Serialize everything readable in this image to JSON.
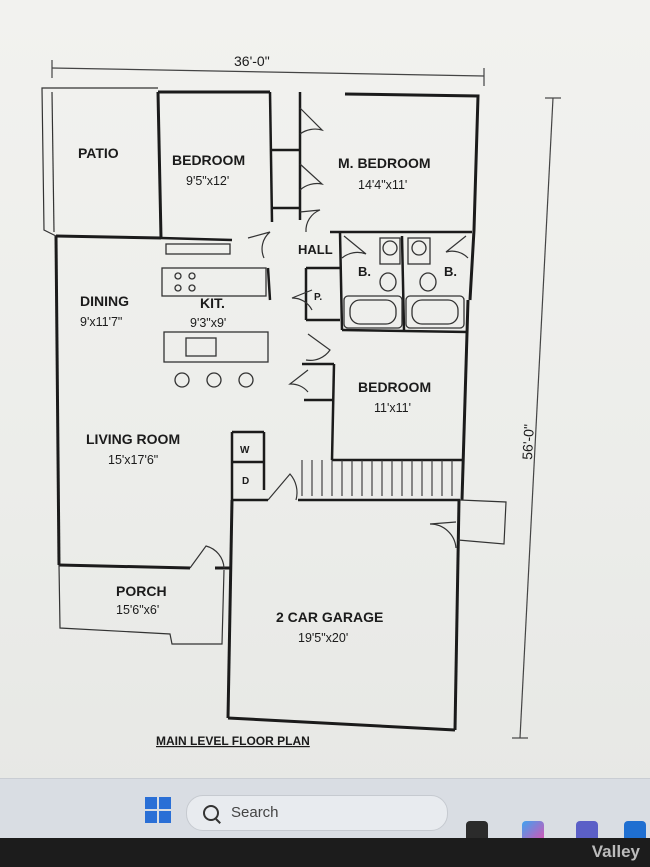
{
  "plan": {
    "overall_width": "36'-0\"",
    "overall_depth": "56'-0\"",
    "title": "MAIN LEVEL FLOOR PLAN",
    "rooms": {
      "patio": {
        "name": "PATIO"
      },
      "bedroom_front": {
        "name": "BEDROOM",
        "dims": "9'5\"x12'"
      },
      "master_bedroom": {
        "name": "M. BEDROOM",
        "dims": "14'4\"x11'"
      },
      "hall": {
        "name": "HALL"
      },
      "bath_1": {
        "name": "B."
      },
      "bath_2": {
        "name": "B."
      },
      "pantry": {
        "name": "P."
      },
      "dining": {
        "name": "DINING",
        "dims": "9'x11'7\""
      },
      "kitchen": {
        "name": "KIT.",
        "dims": "9'3\"x9'"
      },
      "bedroom_right": {
        "name": "BEDROOM",
        "dims": "11'x11'"
      },
      "living_room": {
        "name": "LIVING ROOM",
        "dims": "15'x17'6\""
      },
      "washer": {
        "name": "W"
      },
      "dryer": {
        "name": "D"
      },
      "porch": {
        "name": "PORCH",
        "dims": "15'6\"x6'"
      },
      "garage": {
        "name": "2 CAR GARAGE",
        "dims": "19'5\"x20'"
      }
    }
  },
  "taskbar": {
    "search_placeholder": "Search",
    "start_icon": "windows-start-icon",
    "search_icon": "magnifier-icon",
    "tray_icons": [
      "media-player-icon",
      "copilot-icon",
      "teams-icon",
      "store-icon"
    ]
  },
  "watermark": "Valley",
  "colors": {
    "line": "#1b1b1b",
    "paper": "#f1f1ee",
    "taskbar": "#d9dde3",
    "start_blue": "#2a6fd6"
  }
}
